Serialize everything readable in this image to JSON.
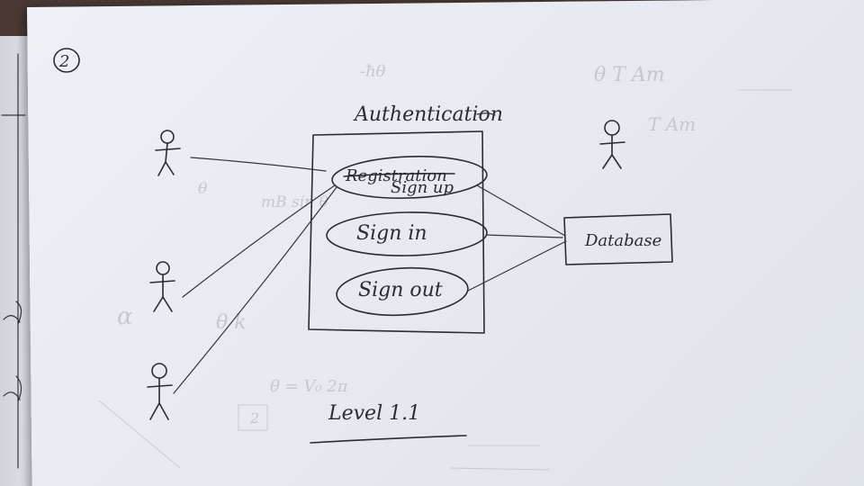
{
  "page_number": "2",
  "system_boundary": {
    "title": "Authentication"
  },
  "use_cases": [
    {
      "id": "registration",
      "label": "Registration",
      "label_struck": true,
      "label_alt": "Sign up"
    },
    {
      "id": "signin",
      "label": "Sign in"
    },
    {
      "id": "signout",
      "label": "Sign out"
    }
  ],
  "database": {
    "label": "Database"
  },
  "caption": "Level 1.1",
  "colors": {
    "ink": "#2b2b36",
    "paper": "#eceef3",
    "background": "#3a2a26"
  }
}
